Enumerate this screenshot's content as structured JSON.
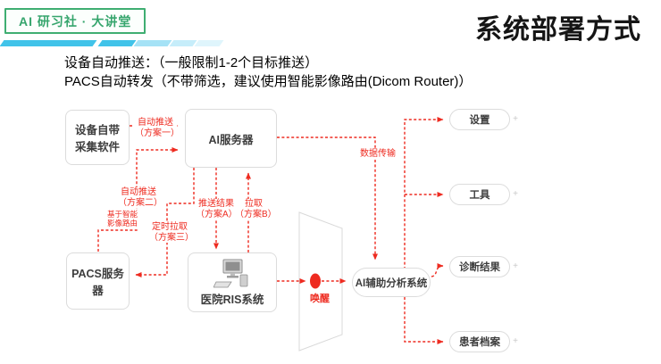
{
  "header": {
    "badge": "AI 研习社 · 大讲堂",
    "title": "系统部署方式"
  },
  "notes": {
    "line1": "设备自动推送：（一般限制1-2个目标推送）",
    "line2": "PACS自动转发（不带筛选，建议使用智能影像路由(Dicom Router)）"
  },
  "nodes": {
    "device": {
      "label": "设备自带\n采集软件"
    },
    "ai_server": {
      "label": "AI服务器"
    },
    "pacs": {
      "label": "PACS服务器"
    },
    "ris": {
      "label": "医院RIS系统"
    },
    "ai_assist": {
      "label": "AI辅助分析系统"
    },
    "settings": {
      "label": "设置"
    },
    "tools": {
      "label": "工具"
    },
    "diagnosis": {
      "label": "诊断结果"
    },
    "patient_files": {
      "label": "患者档案"
    }
  },
  "edges": {
    "plan1": {
      "label": "自动推送\n（方案一）"
    },
    "plan2": {
      "label": "自动推送\n（方案二）"
    },
    "routing_note": {
      "label": "基于智能\n影像路由"
    },
    "plan3": {
      "label": "定时拉取\n（方案三）"
    },
    "planA": {
      "label": "推送结果\n（方案A）"
    },
    "planB": {
      "label": "拉取\n（方案B）"
    },
    "data_transfer": {
      "label": "数据传输"
    },
    "wake": {
      "label": "唤醒"
    }
  },
  "misc": {
    "handle_glyph": "+"
  },
  "colors": {
    "red": "#ee2b20",
    "green": "#36a56d",
    "green_border": "#3fae72",
    "cyan": "#41c3e9",
    "cyan_light": "#a5e2f6",
    "node_border": "#dcdcdc",
    "node_text": "#3d3d3d",
    "trapezoid_border": "#d9d9d9"
  }
}
